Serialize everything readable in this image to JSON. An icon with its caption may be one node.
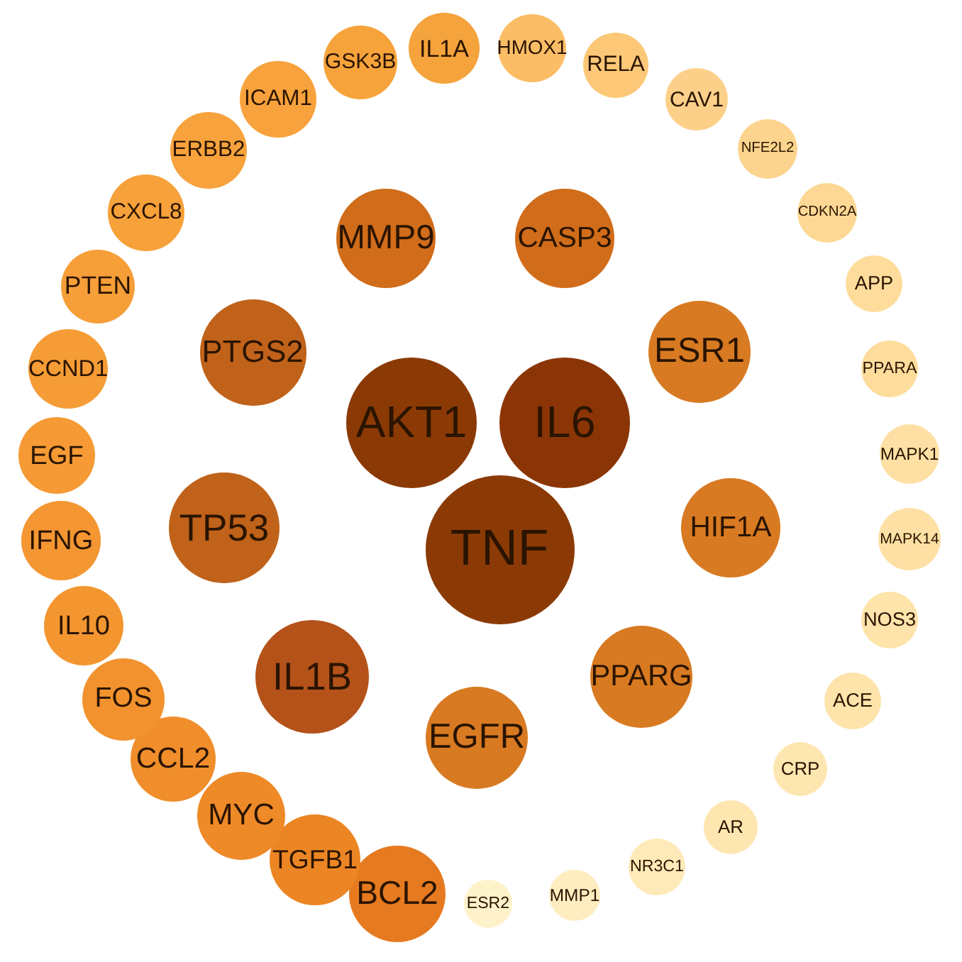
{
  "diagram": {
    "nodes": [
      {
        "text": [
          "AKT1"
        ]
      },
      {
        "text": [
          "IL6"
        ]
      },
      {
        "text": [
          "TNF"
        ]
      },
      {
        "text": [
          "MMP9"
        ]
      },
      {
        "text": [
          "CASP3"
        ]
      },
      {
        "text": [
          "PTGS2"
        ]
      },
      {
        "text": [
          "ESR1"
        ]
      },
      {
        "text": [
          "TP53"
        ]
      },
      {
        "text": [
          "HIF1A"
        ]
      },
      {
        "text": [
          "IL1B"
        ]
      },
      {
        "text": [
          "PPARG"
        ]
      },
      {
        "text": [
          "EGFR"
        ]
      },
      {
        "text": [
          "IL1A"
        ]
      },
      {
        "text": [
          "HMOX1"
        ]
      },
      {
        "text": [
          "RELA"
        ]
      },
      {
        "text": [
          "CAV1"
        ]
      },
      {
        "text": [
          "NFE2L2"
        ]
      },
      {
        "text": [
          "CDKN2A"
        ]
      },
      {
        "text": [
          "APP"
        ]
      },
      {
        "text": [
          "PPARA"
        ]
      },
      {
        "text": [
          "MAPK1"
        ]
      },
      {
        "text": [
          "MAPK14"
        ]
      },
      {
        "text": [
          "NOS3"
        ]
      },
      {
        "text": [
          "ACE"
        ]
      },
      {
        "text": [
          "CRP"
        ]
      },
      {
        "text": [
          "AR"
        ]
      },
      {
        "text": [
          "NR3C1"
        ]
      },
      {
        "text": [
          "MMP1"
        ]
      },
      {
        "text": [
          "ESR2"
        ]
      },
      {
        "text": [
          "BCL2"
        ]
      },
      {
        "text": [
          "TGFB1"
        ]
      },
      {
        "text": [
          "MYC"
        ]
      },
      {
        "text": [
          "CCL2"
        ]
      },
      {
        "text": [
          "FOS"
        ]
      },
      {
        "text": [
          "IL10"
        ]
      },
      {
        "text": [
          "IFNG"
        ]
      },
      {
        "text": [
          "EGF"
        ]
      },
      {
        "text": [
          "CCND1"
        ]
      },
      {
        "text": [
          "PTEN"
        ]
      },
      {
        "text": [
          "CXCL8"
        ]
      },
      {
        "text": [
          "ERBB2"
        ]
      },
      {
        "text": [
          "ICAM1"
        ]
      },
      {
        "text": [
          "GSK3B"
        ]
      }
    ]
  }
}
